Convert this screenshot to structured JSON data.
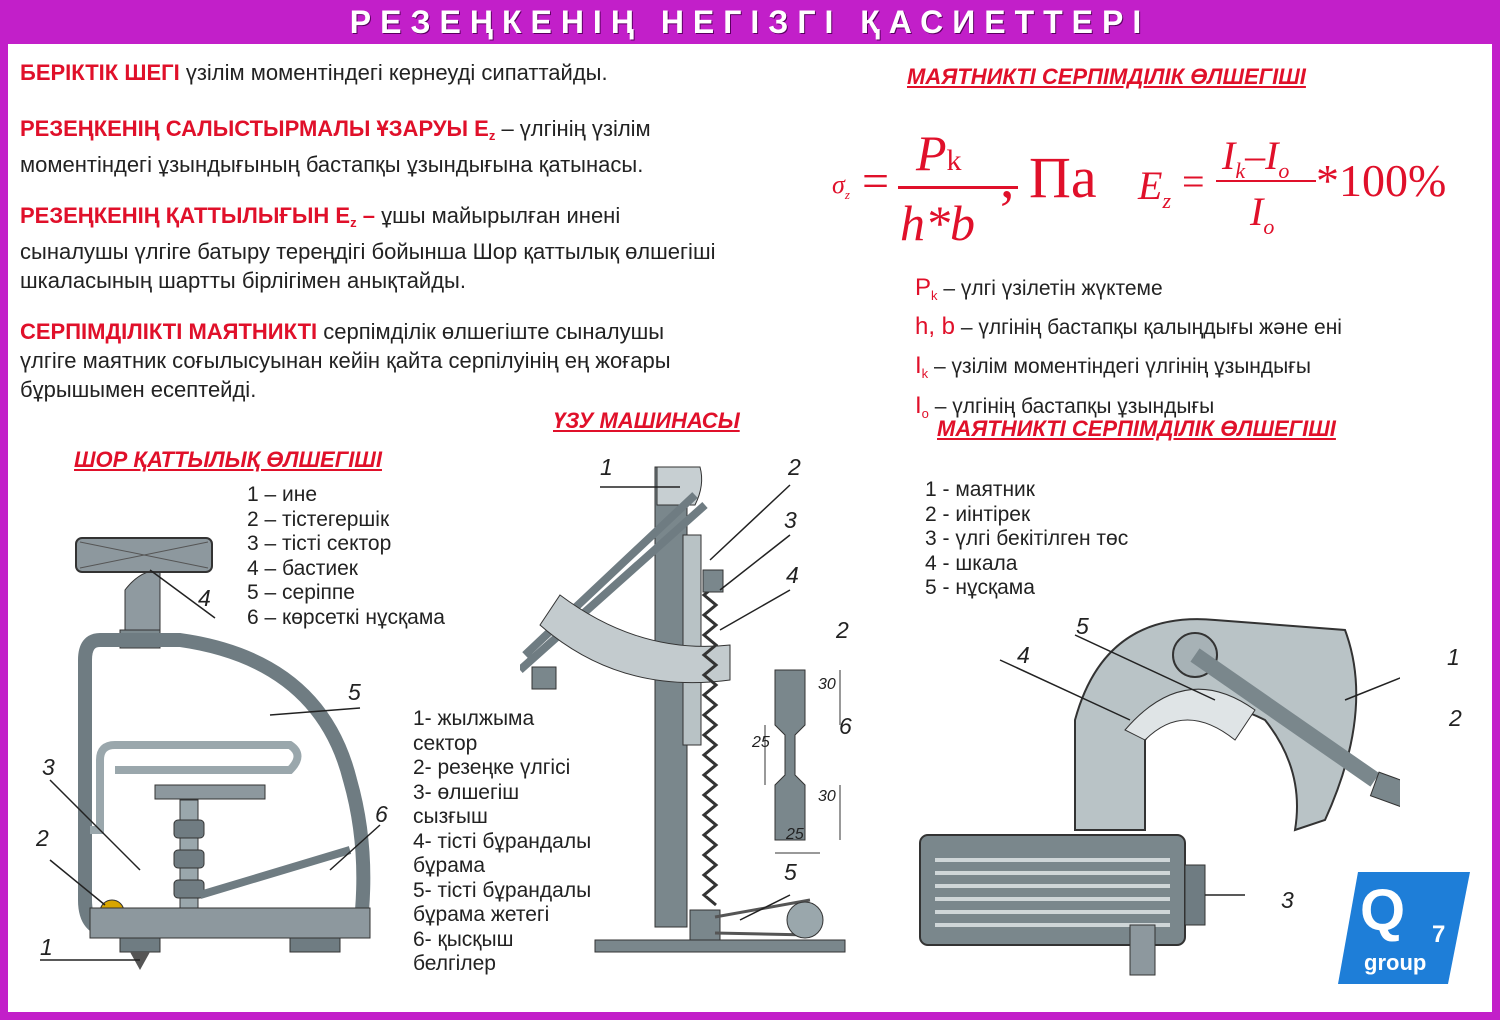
{
  "title": "РЕЗЕҢКЕНІҢ НЕГІЗГІ ҚАСИЕТТЕРІ",
  "paragraphs": {
    "p1_term": "БЕРІКТІК ШЕГІ",
    "p1_text": " үзілім моментіндегі кернеуді сипаттайды.",
    "p2_term": "РЕЗЕҢКЕНІҢ САЛЫСТЫРМАЛЫ ҰЗАРУЫ E",
    "p2_sub": "z",
    "p2_text_a": " – үлгінің үзілім",
    "p2_text_b": "моментіндегі ұзындығының бастапқы ұзындығына қатынасы.",
    "p3_term": "РЕЗЕҢКЕНІҢ ҚАТТЫЛЫҒЫН E",
    "p3_sub": "z",
    "p3_dash": " –",
    "p3_text_a": " ұшы майырылған инені",
    "p3_text_b": "сыналушы үлгіге батыру тереңдігі бойынша Шор қаттылық өлшегіші",
    "p3_text_c": "шкаласының шартты бірлігімен анықтайды.",
    "p4_term": "СЕРПІМДІЛІКТІ МАЯТНИКТІ",
    "p4_text_a": " серпімділік өлшегіште сыналушы",
    "p4_text_b": "үлгіге маятник соғылысуынан кейін қайта серпілуінің ең жоғары",
    "p4_text_c": "бұрышымен есептейді."
  },
  "headings": {
    "pendulum_top": "МАЯТНИКТІ СЕРПІМДІЛІК ӨЛШЕГІШІ",
    "tensile": "ҮЗУ МАШИНАСЫ",
    "shore": "ШОР ҚАТТЫЛЫҚ ӨЛШЕГІШІ",
    "pendulum_bottom": "МАЯТНИКТІ СЕРПІМДІЛІК ӨЛШЕГІШІ"
  },
  "formula1": {
    "lhs": "σ",
    "lhs_sub": "z",
    "eq": "=",
    "num": "P",
    "num_sub": "k",
    "den": "h*b",
    "unit": ", Па"
  },
  "formula2": {
    "lhs": "E",
    "lhs_sub": "z",
    "eq": "=",
    "num_a": "I",
    "num_a_sub": "k",
    "minus": "–",
    "num_b": "I",
    "num_b_sub": "o",
    "den": "I",
    "den_sub": "o",
    "tail": "*100%"
  },
  "variables": [
    {
      "sym": "P",
      "sub": "k",
      "desc": " – үлгі үзілетін жүктеме"
    },
    {
      "sym": "h, b",
      "sub": "",
      "desc": " – үлгінің бастапқы қалыңдығы және ені"
    },
    {
      "sym": "I",
      "sub": "k",
      "desc": " – үзілім моментіндегі үлгінің ұзындығы"
    },
    {
      "sym": "I",
      "sub": "o",
      "desc": " – үлгінің бастапқы ұзындығы"
    }
  ],
  "shore_legend": [
    "1 – ине",
    "2 – тістегершік",
    "3 – тісті сектор",
    "4 – бастиек",
    "5 – серіппе",
    "6 – көрсеткі нұсқама"
  ],
  "tensile_legend": [
    "1- жылжыма",
    "сектор",
    "2- резеңке үлгісі",
    "3- өлшегіш",
    "сызғыш",
    "4- тісті бұрандалы",
    "бұрама",
    "5- тісті бұрандалы",
    "бұрама жетегі",
    "6- қысқыш",
    "белгілер"
  ],
  "pendulum_legend": [
    "1 - маятник",
    "2 - иінтірек",
    "3 - үлгі бекітілген төс",
    "4 - шкала",
    "5 - нұсқама"
  ],
  "callouts": {
    "n1": "1",
    "n2": "2",
    "n3": "3",
    "n4": "4",
    "n5": "5",
    "n6": "6"
  },
  "specimen_dims": {
    "top": "30",
    "mid": "25",
    "bottom": "30",
    "width": "25"
  },
  "logo": {
    "letter": "Q",
    "number": "7",
    "word": "group"
  }
}
